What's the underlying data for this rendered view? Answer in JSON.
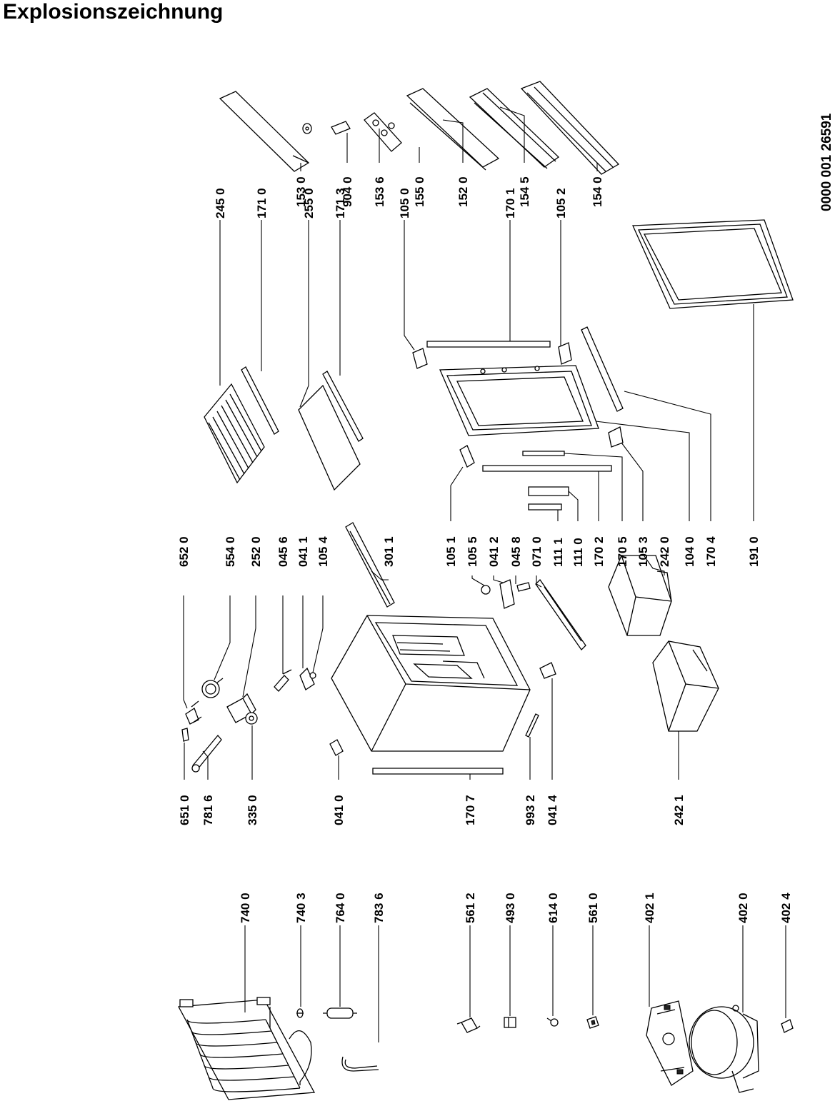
{
  "title": "Explosionszeichnung",
  "document_number": "0000 001 26591",
  "part_labels": {
    "p7400": "740 0",
    "p7403": "740 3",
    "p7640": "764 0",
    "p7836": "783 6",
    "p5612": "561 2",
    "p4930": "493 0",
    "p6140": "614 0",
    "p5610": "561 0",
    "p4021": "402 1",
    "p4020": "402 0",
    "p4024": "402 4",
    "p6510": "651 0",
    "p7816": "781 6",
    "p3350": "335 0",
    "p0410": "041 0",
    "p1707": "170 7",
    "p9932": "993 2",
    "p0414": "041 4",
    "p2421": "242 1",
    "p6520": "652 0",
    "p5540": "554 0",
    "p2520": "252 0",
    "p0456": "045 6",
    "p0411": "041 1",
    "p1054": "105 4",
    "p3011": "301 1",
    "p1051": "105 1",
    "p1055": "105 5",
    "p0412": "041 2",
    "p0458": "045 8",
    "p0710": "071 0",
    "p1111": "111 1",
    "p1110": "111 0",
    "p1702": "170 2",
    "p1705": "170 5",
    "p1053": "105 3",
    "p2420": "242 0",
    "p1040": "104 0",
    "p1704": "170 4",
    "p1910": "191 0",
    "p2450": "245 0",
    "p1710": "171 0",
    "p2550": "255 0",
    "p1713": "171 3",
    "p1050": "105 0",
    "p1701": "170 1",
    "p1052": "105 2",
    "p1530": "153 0",
    "p9040": "904 0",
    "p1536": "153 6",
    "p1550": "155 0",
    "p1520": "152 0",
    "p1545": "154 5",
    "p1540": "154 0"
  }
}
